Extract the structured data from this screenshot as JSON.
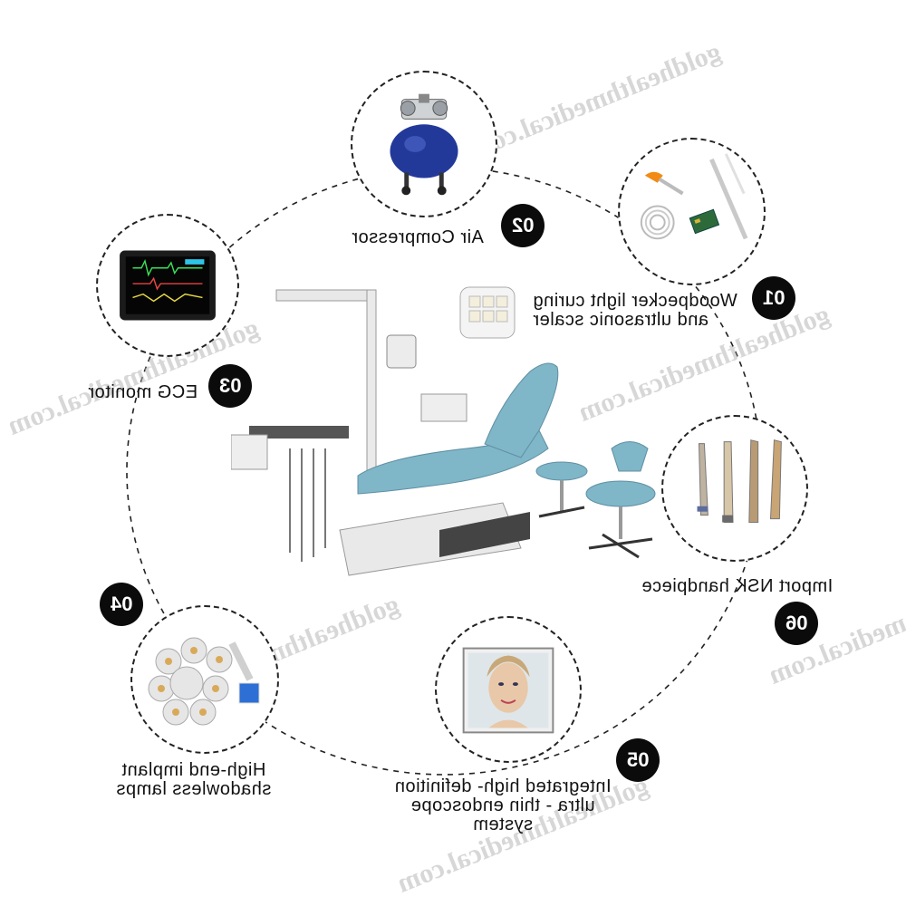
{
  "features": [
    {
      "number": "01",
      "lines": [
        "Woodpecker light curing",
        "and ultrasonic scaler"
      ]
    },
    {
      "number": "02",
      "lines": [
        "Air Compressor"
      ]
    },
    {
      "number": "03",
      "lines": [
        "ECG monitor"
      ]
    },
    {
      "number": "04",
      "lines": [
        "High-end implant",
        "shadowless lamps"
      ]
    },
    {
      "number": "05",
      "lines": [
        "Integrated high- definition",
        "ultra - thin endoscope",
        "system"
      ]
    },
    {
      "number": "06",
      "lines": [
        "Import NSK handpiece"
      ]
    }
  ],
  "watermark": "goldhealthmedical.com",
  "icons": {
    "compressor": "air-compressor-icon",
    "scaler": "scaler-kit-icon",
    "ecg": "ecg-monitor-icon",
    "lamp": "shadowless-lamp-icon",
    "endoscope": "endoscope-screen-icon",
    "handpiece": "handpiece-icon",
    "chair": "dental-chair-icon"
  },
  "colors": {
    "chair_blue": "#7fb6c8",
    "badge": "#0b0b0b",
    "compressor_blue": "#23399a"
  }
}
